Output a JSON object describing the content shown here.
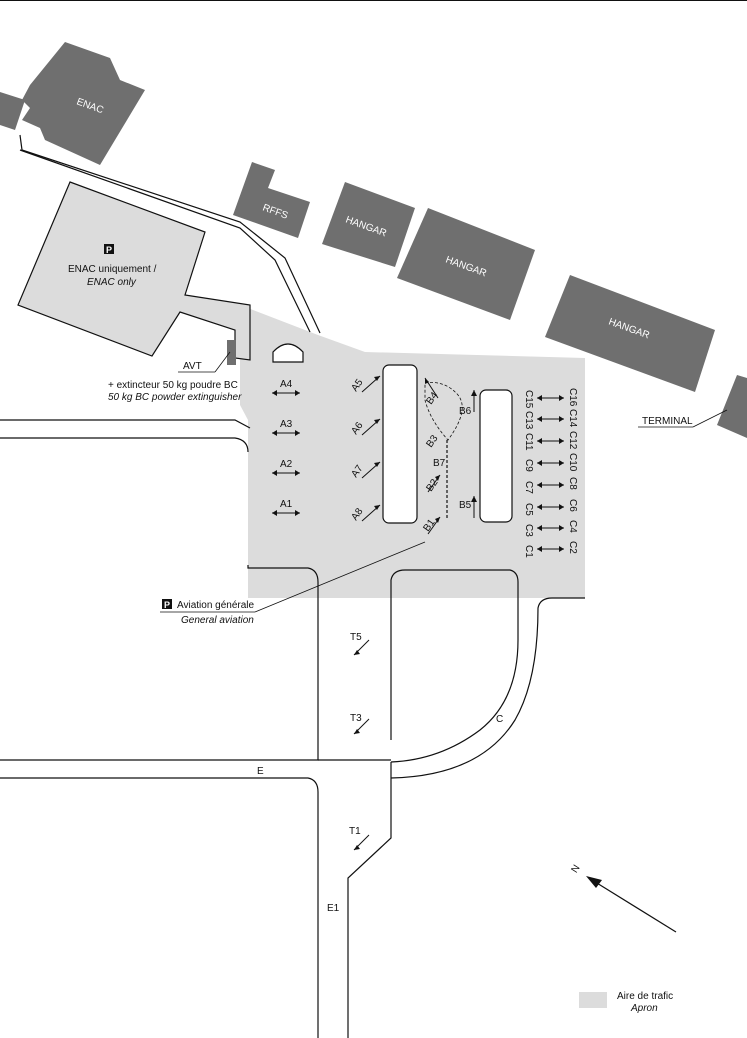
{
  "buildings": {
    "enac": "ENAC",
    "rffs": "RFFS",
    "hangar_1": "HANGAR",
    "hangar_2": "HANGAR",
    "hangar_3": "HANGAR"
  },
  "parking": {
    "icon": "P",
    "line1": "ENAC uniquement /",
    "line2": "ENAC only"
  },
  "avt": {
    "label": "AVT",
    "line1": "+ extincteur 50 kg poudre BC",
    "line2": "50 kg BC powder extinguisher"
  },
  "terminal": "TERMINAL",
  "general_aviation": {
    "icon": "P",
    "line1": "Aviation générale",
    "line2": "General aviation"
  },
  "stands": {
    "a": [
      "A4",
      "A3",
      "A2",
      "A1"
    ],
    "a_diag": [
      "A5",
      "A6",
      "A7",
      "A8"
    ],
    "b_left": [
      "B4",
      "B3",
      "B2",
      "B1"
    ],
    "b_right": [
      "B6",
      "B7",
      "B5"
    ],
    "c_left": [
      "C15",
      "C13",
      "C11",
      "C9",
      "C7",
      "C5",
      "C3",
      "C1"
    ],
    "c_right": [
      "C16",
      "C14",
      "C12",
      "C10",
      "C8",
      "C6",
      "C4",
      "C2"
    ]
  },
  "taxiways": {
    "t5": "T5",
    "t3": "T3",
    "t1": "T1",
    "c": "C",
    "e": "E",
    "e1": "E1"
  },
  "north": "N",
  "legend": {
    "line1": "Aire de trafic",
    "line2": "Apron",
    "color": "#dcdcdc"
  }
}
